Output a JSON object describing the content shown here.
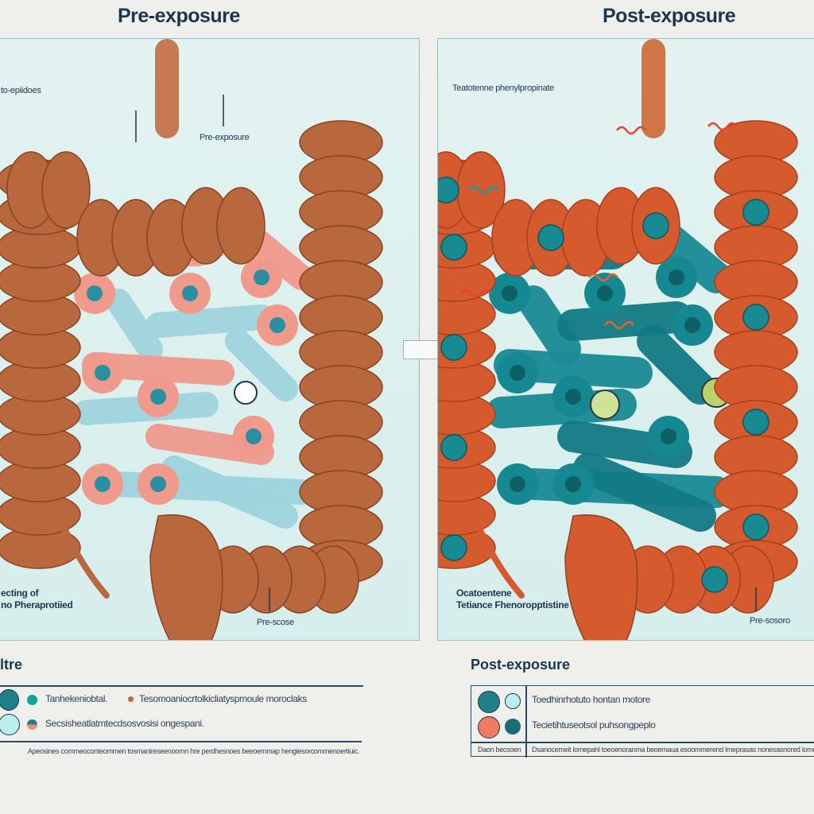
{
  "titles": {
    "pre": "Pre-exposure",
    "post": "Post-exposure"
  },
  "pre_panel": {
    "label_top": "to-epiidoes",
    "label_center": "Pre-exposure",
    "label_bottom_line1": "ecting of",
    "label_bottom_line2": "no Pheraprotiied",
    "label_arrow": "Pre-scose"
  },
  "post_panel": {
    "label_top": "Teatotenne phenylpropinate",
    "label_bottom_line1": "Ocatoentene",
    "label_bottom_line2": "Tetiance Fhenoropptistine",
    "label_arrow": "Pre-sosoro"
  },
  "legend_pre": {
    "heading": "ltre",
    "items": [
      "Tanhekeniobtal.",
      "Tesomoaniocrtolkicliatyspmoule moroclaks",
      "Secsisheatlatmtecdsosvosisi ongespani."
    ],
    "footnote": "Apeosines commeoconteommen tosmanlreseenoomn hre perdhesnoes beeoemmap hengiesorcommenoertiuic."
  },
  "legend_post": {
    "heading": "Post-exposure",
    "items": [
      "Toedhinrhotuto hontan motore",
      "Tecietihtuseotsol puhsongpeplo"
    ],
    "footer_label": "Daon becsoen",
    "footer_text": "Dsanocemeit lomepahl toeoenoranma beoemaua esoommerend lmeprasas nonesasnored lomegne"
  },
  "colors": {
    "pre_colon": "#b9673d",
    "post_colon": "#d55a2e",
    "teal": "#1f8c93",
    "pink": "#f09a8c",
    "light_blue": "#9fd4de",
    "navy": "#1c3650"
  }
}
